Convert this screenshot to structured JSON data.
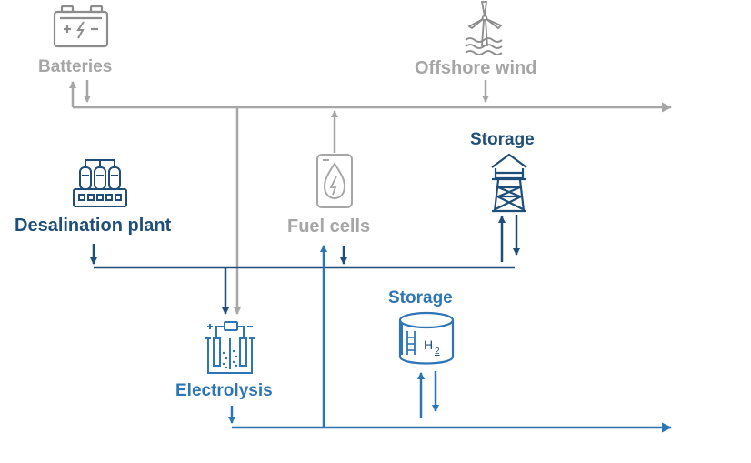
{
  "colors": {
    "grid_line": "#a6a6a6",
    "water_line": "#1f4e79",
    "hydrogen_line": "#2e75b6",
    "background": "#ffffff"
  },
  "nodes": {
    "batteries": {
      "label": "Batteries",
      "icon": "battery-icon"
    },
    "offshore_wind": {
      "label": "Offshore wind",
      "icon": "wind-turbine-icon"
    },
    "fuel_cells": {
      "label": "Fuel cells",
      "icon": "fuel-cell-icon"
    },
    "water_storage": {
      "label": "Storage",
      "icon": "water-tower-icon"
    },
    "desalination": {
      "label": "Desalination plant",
      "icon": "desalination-plant-icon"
    },
    "h2_storage": {
      "label": "Storage",
      "icon": "hydrogen-tank-icon",
      "tank_text": "H",
      "tank_sub": "2"
    },
    "electrolysis": {
      "label": "Electrolysis",
      "icon": "electrolyser-icon"
    }
  }
}
